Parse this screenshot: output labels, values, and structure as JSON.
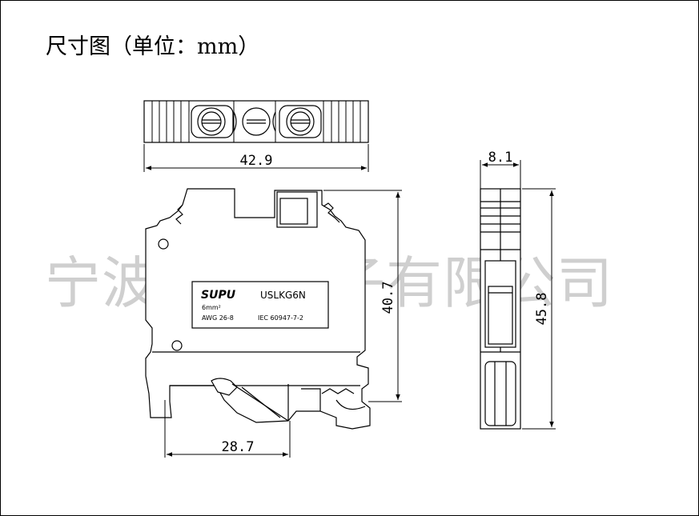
{
  "title": "尺寸图（单位：mm）",
  "watermark": "宁波速普电子有限公司",
  "label": {
    "brand": "SUPU",
    "model": "USLKG6N",
    "cross_section": "6mm²",
    "awg": "AWG  26-8",
    "standard": "IEC  60947-7-2"
  },
  "dimensions": {
    "top_width": "42.9",
    "front_height": "40.7",
    "base_width": "28.7",
    "side_width": "8.1",
    "side_height": "45.8"
  }
}
